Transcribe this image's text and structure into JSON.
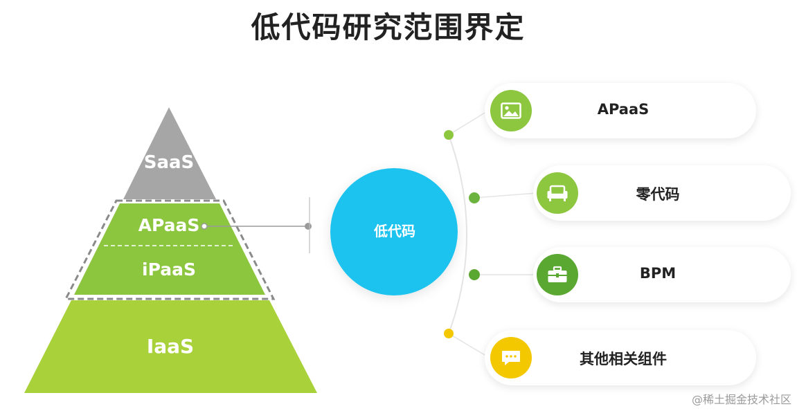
{
  "title": "低代码研究范围界定",
  "pyramid": {
    "top": "SaaS",
    "middle_upper": "APaaS",
    "middle_lower": "iPaaS",
    "bottom": "IaaS"
  },
  "center": {
    "label": "低代码"
  },
  "items": [
    {
      "label": "APaaS",
      "icon": "image-icon",
      "color": "#8dc63f"
    },
    {
      "label": "零代码",
      "icon": "sofa-icon",
      "color": "#8dc63f"
    },
    {
      "label": "BPM",
      "icon": "toolbox-icon",
      "color": "#5aa832"
    },
    {
      "label": "其他相关组件",
      "icon": "chat-bubble-icon",
      "color": "#f4c800"
    }
  ],
  "colors": {
    "saas": "#a6a6a6",
    "paas": "#8cc63f",
    "iaas": "#a9d13a",
    "center": "#1fc3ef",
    "dot_green": "#6cb33f",
    "dot_yellow": "#f4c800"
  },
  "watermark": "@稀土掘金技术社区"
}
